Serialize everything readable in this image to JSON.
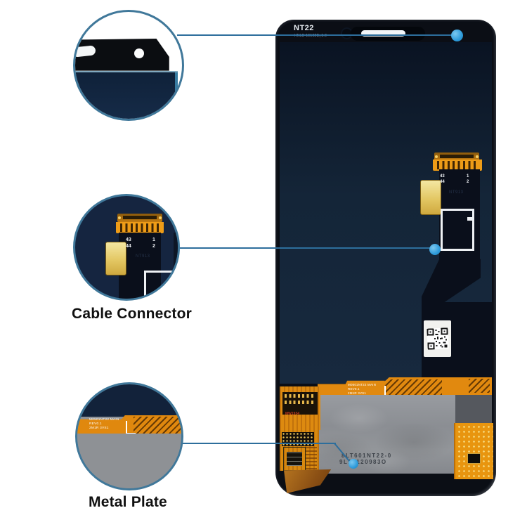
{
  "callouts": {
    "cable_connector_label": "Cable Connector",
    "metal_plate_label": "Metal Plate"
  },
  "phone": {
    "top_markings": {
      "model": "NT22",
      "code": "HNLB 19102B_1.0"
    },
    "connector": {
      "pin_left_top": "43",
      "pin_left_bottom": "44",
      "pin_right_top": "1",
      "pin_right_bottom": "2",
      "faint_code": "NT913"
    },
    "flex_strip_lines": [
      "M0501NT22 MAIN",
      "REV0.1",
      "2M1R 3VS1"
    ],
    "plate_stamp": {
      "line1": "8LT601NT22-0",
      "line2": "9L19120983O"
    },
    "left_flex_code": "MW1934"
  },
  "colors": {
    "callout_border": "#40789a",
    "callout_line": "#2d6e9c",
    "marker_dot": "#2e9bdb",
    "flex_orange": "#e1890f",
    "tab_yellow": "#e3c763",
    "screen_navy": "#142538",
    "plate_gray": "#8e9195"
  }
}
